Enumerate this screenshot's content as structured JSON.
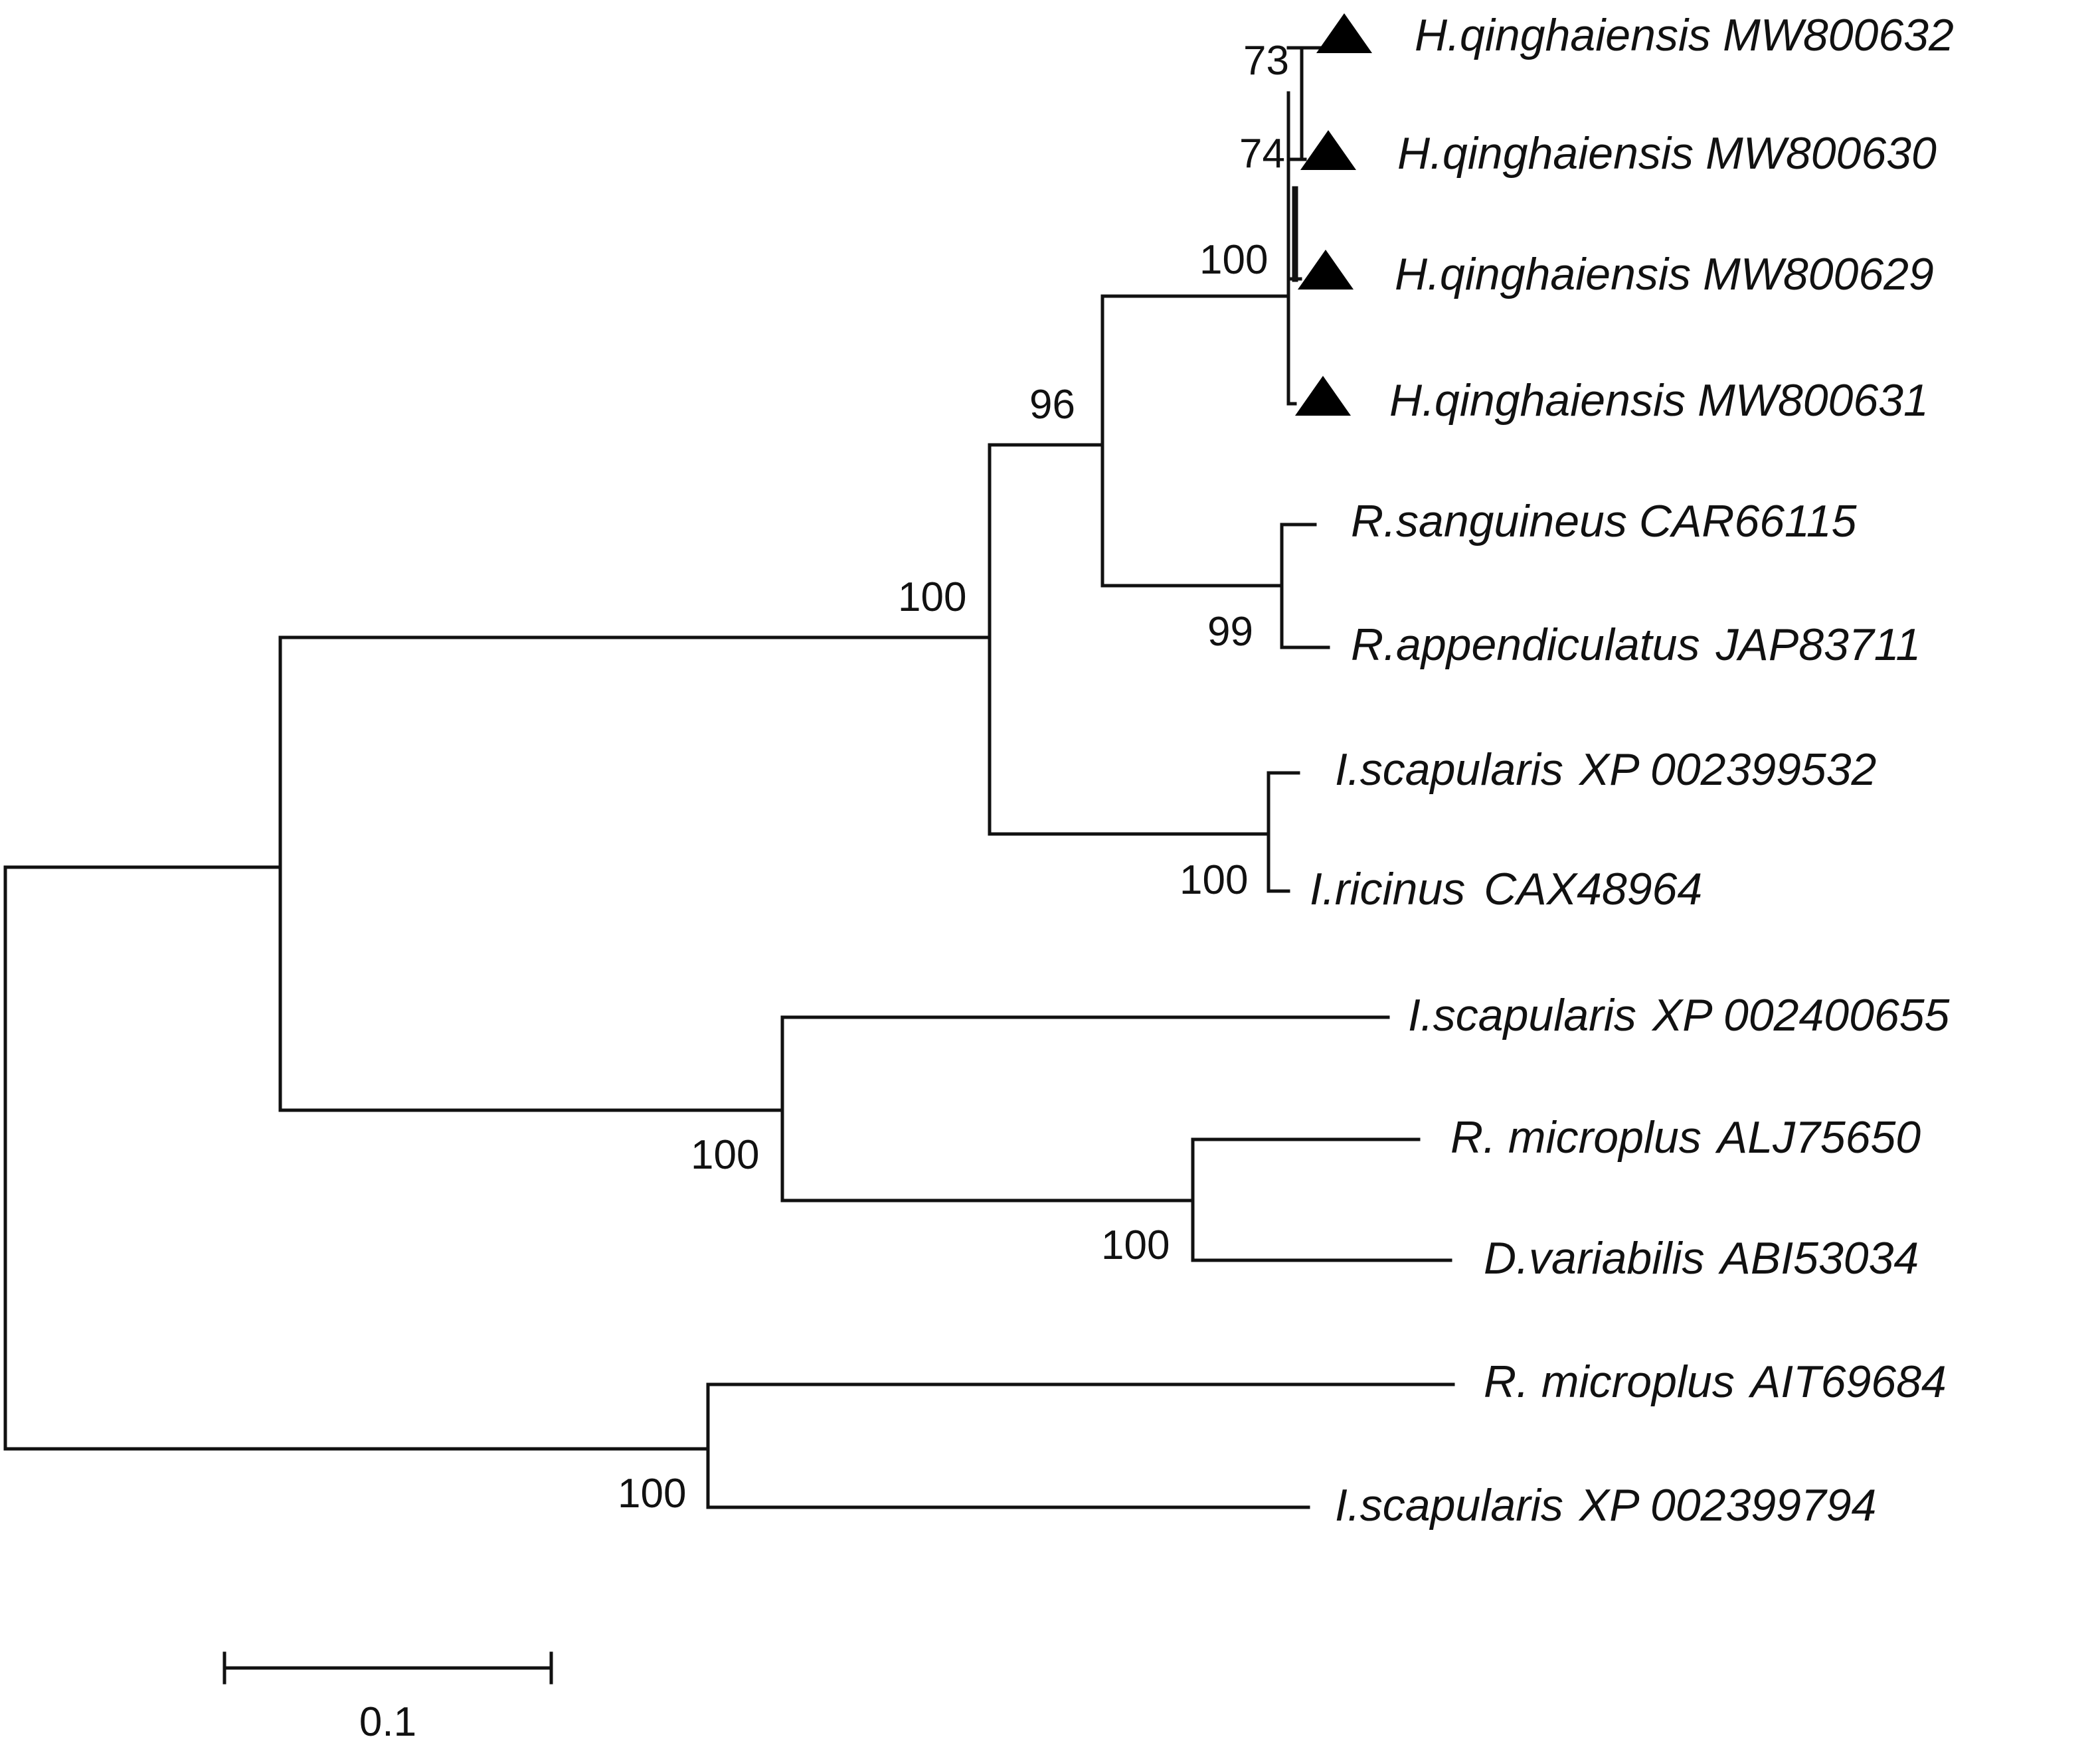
{
  "tree": {
    "leaves": [
      {
        "name": "H.qinghaiensis",
        "accession": "MW800632",
        "marker": "triangle-icon"
      },
      {
        "name": "H.qinghaiensis",
        "accession": "MW800630",
        "marker": "triangle-icon"
      },
      {
        "name": "H.qinghaiensis",
        "accession": "MW800629",
        "marker": "triangle-icon"
      },
      {
        "name": "H.qinghaiensis",
        "accession": "MW800631",
        "marker": "triangle-icon"
      },
      {
        "name": "R.sanguineus",
        "accession": "CAR66115",
        "marker": null
      },
      {
        "name": "R.appendiculatus",
        "accession": "JAP83711",
        "marker": null
      },
      {
        "name": "I.scapularis",
        "accession": "XP 002399532",
        "marker": null
      },
      {
        "name": "I.ricinus",
        "accession": "CAX48964",
        "marker": null
      },
      {
        "name": "I.scapularis",
        "accession": "XP 002400655",
        "marker": null
      },
      {
        "name": "R. microplus",
        "accession": "ALJ75650",
        "marker": null
      },
      {
        "name": "D.variabilis",
        "accession": "ABI53034",
        "marker": null
      },
      {
        "name": "R. microplus",
        "accession": "AIT69684",
        "marker": null
      },
      {
        "name": "I.scapularis",
        "accession": "XP 002399794",
        "marker": null
      }
    ],
    "support": [
      "73",
      "74",
      "100",
      "96",
      "99",
      "100",
      "100",
      "100",
      "100",
      "100"
    ],
    "scale_bar": {
      "value": 0.1,
      "label": "0.1"
    }
  }
}
